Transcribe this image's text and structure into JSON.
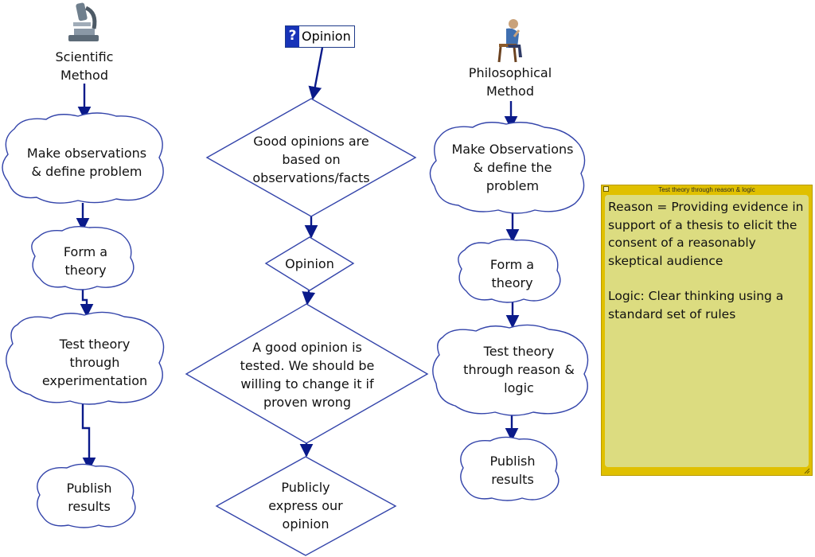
{
  "columns": {
    "scientific": {
      "header": "Scientific Method",
      "header_line1": "Scientific",
      "header_line2": "Method",
      "steps": [
        {
          "line1": "Make observations",
          "line2": "& define problem"
        },
        {
          "line1": "Form a",
          "line2": "theory"
        },
        {
          "line1": "Test theory",
          "line2": "through",
          "line3": "experimentation"
        },
        {
          "line1": "Publish",
          "line2": "results"
        }
      ]
    },
    "opinion": {
      "start": "Opinion",
      "start_icon": "question-mark-icon",
      "diamonds": [
        {
          "line1": "Good opinions are",
          "line2": "based on",
          "line3": "observations/facts"
        },
        {
          "line1": "Opinion"
        },
        {
          "line1": "A good opinion is",
          "line2": "tested.  We should be",
          "line3": "willing to change it if",
          "line4": "proven wrong"
        },
        {
          "line1": "Publicly",
          "line2": "express our",
          "line3": "opinion"
        }
      ]
    },
    "philosophical": {
      "header_line1": "Philosophical",
      "header_line2": "Method",
      "steps": [
        {
          "line1": "Make Observations",
          "line2": "& define the",
          "line3": "problem"
        },
        {
          "line1": "Form a",
          "line2": "theory"
        },
        {
          "line1": "Test theory",
          "line2": "through reason &",
          "line3": "logic"
        },
        {
          "line1": "Publish",
          "line2": "results"
        }
      ]
    }
  },
  "note": {
    "title": "Test theory through reason & logic",
    "para1": "Reason = Providing evidence in support of a thesis to elicit the consent of a reasonably skeptical audience",
    "para2": "Logic: Clear thinking using a standard set of rules"
  },
  "colors": {
    "arrow": "#0a1a8a",
    "shape_outline": "#3344aa",
    "note_border": "#e0c000",
    "note_fill": "#dcdc80"
  },
  "icons": [
    "microscope-icon",
    "thinking-man-icon",
    "question-mark-icon"
  ]
}
